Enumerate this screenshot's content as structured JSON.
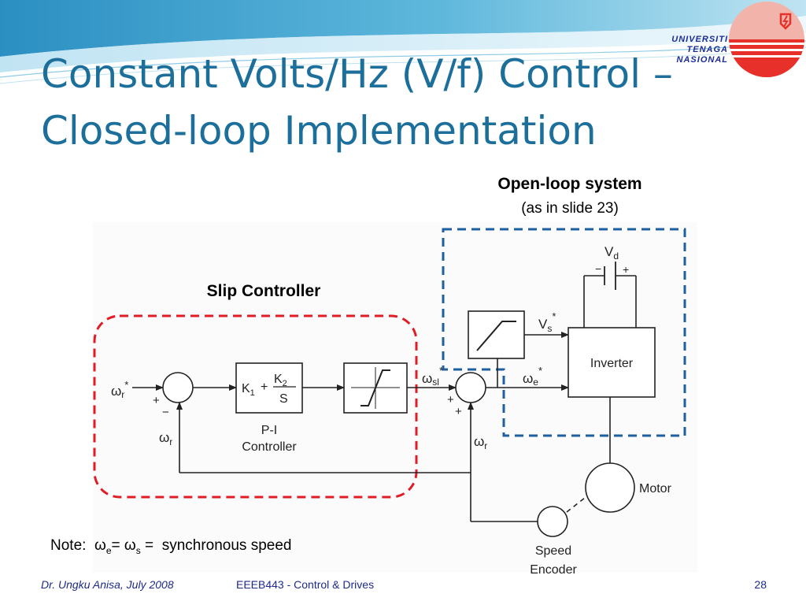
{
  "title_line1": "Constant Volts/Hz (V/f) Control –",
  "title_line2": "Closed-loop Implementation",
  "logo": {
    "line1": "UNIVERSITI",
    "line2": "TENAGA",
    "line3": "NASIONAL"
  },
  "open_loop_title": "Open-loop system",
  "open_loop_sub": "(as in slide 23)",
  "slip_controller_title": "Slip Controller",
  "diagram": {
    "omega": "ω",
    "r": "r",
    "sl": "sl",
    "e": "e",
    "s": "s",
    "d": "d",
    "star": "*",
    "plus": "+",
    "minus": "−",
    "K1": "K",
    "K1_sub": "1",
    "K2": "K",
    "K2_sub": "2",
    "S": "S",
    "V": "V",
    "pi_line1": "P-I",
    "pi_line2": "Controller",
    "inverter": "Inverter",
    "motor": "Motor",
    "encoder_line1": "Speed",
    "encoder_line2": "Encoder"
  },
  "note": {
    "prefix": "Note:",
    "omega": "ω",
    "e_sub": "e",
    "s_sub": "s",
    "eq1": "=",
    "eq2": "=",
    "text": "synchronous speed"
  },
  "footer": {
    "author": "Dr. Ungku Anisa, July 2008",
    "course": "EEEB443 - Control & Drives",
    "page": "28"
  },
  "colors": {
    "title": "#1b6f9a",
    "slip_box": "#e01c24",
    "open_box": "#1e5fa0",
    "logo_red": "#e8302a"
  }
}
